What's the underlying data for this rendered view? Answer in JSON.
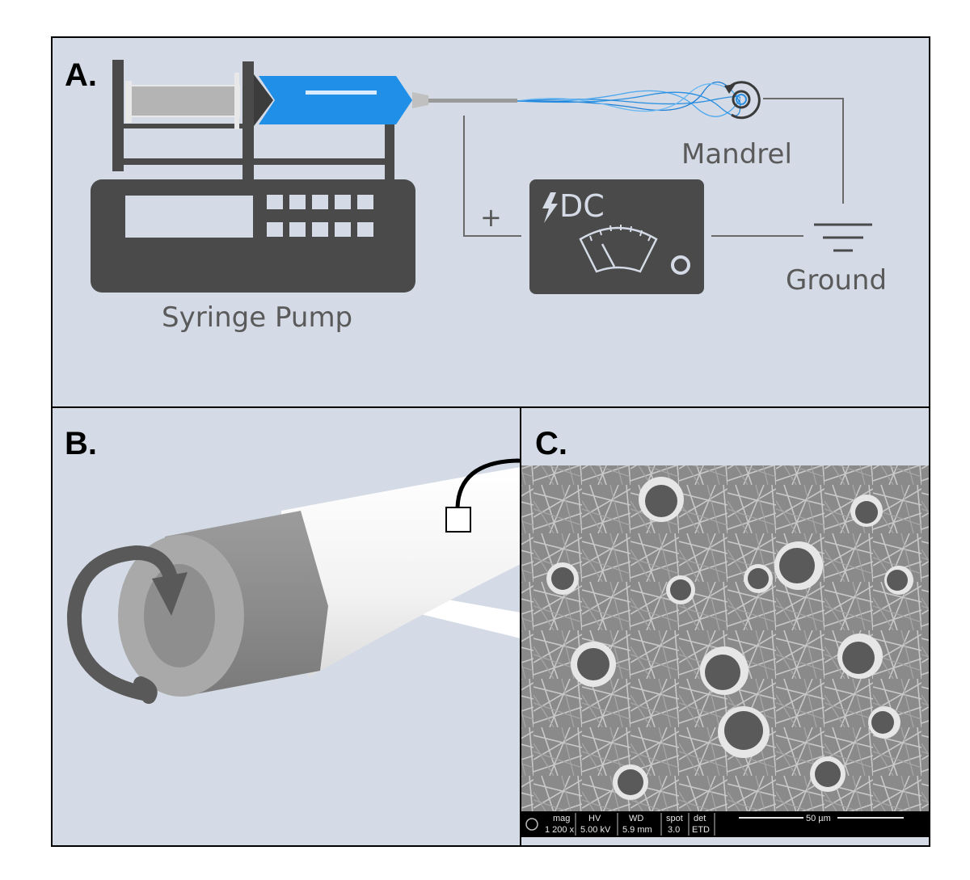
{
  "panels": {
    "a": {
      "label": "A.",
      "syringe_pump_label": "Syringe Pump",
      "mandrel_label": "Mandrel",
      "ground_label": "Ground",
      "dc_label": "DC",
      "plus_sign": "+"
    },
    "b": {
      "label": "B."
    },
    "c": {
      "label": "C.",
      "scale_bar_label": "50 µm",
      "info_bar": {
        "headers": [
          "mag",
          "HV",
          "WD",
          "spot",
          "det"
        ],
        "values": [
          "1 200 x",
          "5.00 kV",
          "5.9 mm",
          "3.0",
          "ETD"
        ]
      }
    }
  },
  "colors": {
    "panel_background": "#d4dbe6",
    "device_dark": "#4a4a4a",
    "syringe_fluid": "#1f8fe8",
    "fiber_jet": "#2a8fe0",
    "sem_background": "#8a8a8a",
    "border": "#000000"
  }
}
